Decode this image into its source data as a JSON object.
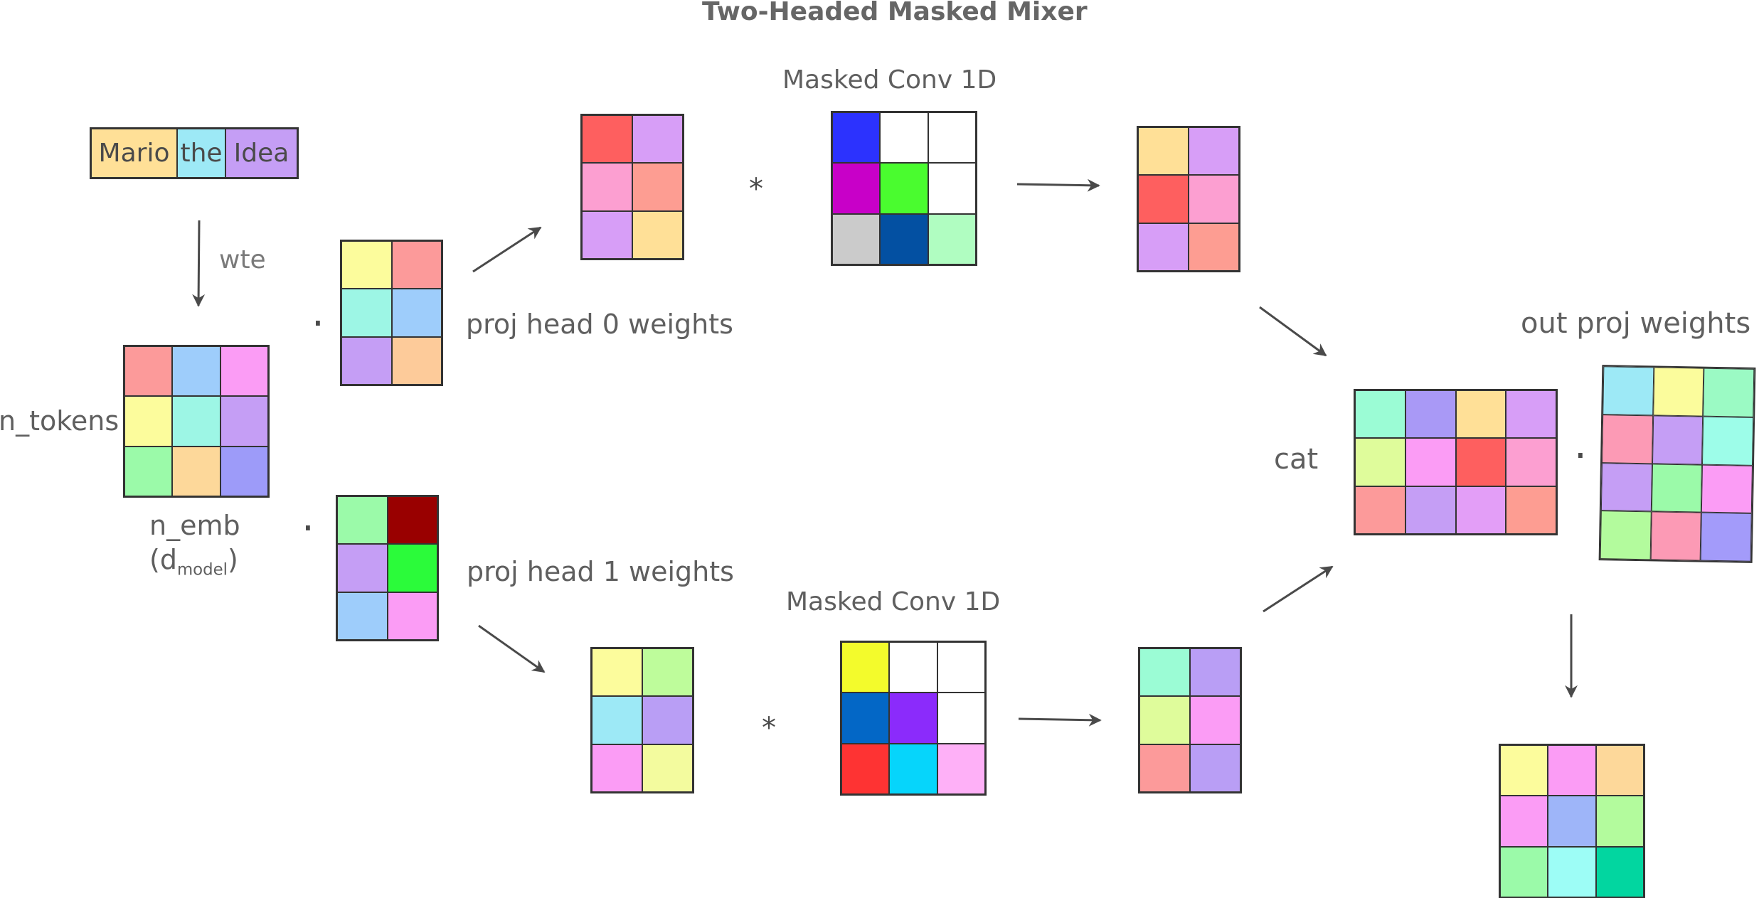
{
  "title": "Two-Headed Masked Mixer",
  "tokens": [
    {
      "text": "Mario",
      "color": "#ffe097"
    },
    {
      "text": "the",
      "color": "#9de9f6"
    },
    {
      "text": "Idea",
      "color": "#c59ef5"
    }
  ],
  "labels": {
    "wte": "wte",
    "n_tokens": "n_tokens",
    "n_emb": "n_emb",
    "d_model_open": "(d",
    "d_model_sub": "model",
    "d_model_close": ")",
    "proj_head_0": "proj head 0 weights",
    "proj_head_1": "proj head 1 weights",
    "masked_conv_top": "Masked Conv 1D",
    "masked_conv_bottom": "Masked Conv 1D",
    "cat": "cat",
    "out_proj": "out proj weights"
  },
  "operators": {
    "dot": ".",
    "conv": "*"
  },
  "matrices": {
    "embedding": [
      [
        "#fc9a9a",
        "#9ecdfb",
        "#fb9cf5"
      ],
      [
        "#fcfc9c",
        "#9df6e5",
        "#c59ef5"
      ],
      [
        "#9bfaa9",
        "#fdd89a",
        "#9d9bf9"
      ]
    ],
    "proj_head_0_weights": [
      [
        "#fcfc9c",
        "#fc9a9a"
      ],
      [
        "#9df6e5",
        "#9ecdfb"
      ],
      [
        "#c59ef5",
        "#fdcb9a"
      ]
    ],
    "proj_head_1_weights": [
      [
        "#9bfaa9",
        "#990000"
      ],
      [
        "#c59ef5",
        "#2bfb3a"
      ],
      [
        "#9ecdfb",
        "#fb9cf5"
      ]
    ],
    "head_0_projection": [
      [
        "#fe5f5f",
        "#d79ef7"
      ],
      [
        "#fc9fd1",
        "#fd9d92"
      ],
      [
        "#d79ef7",
        "#ffe097"
      ]
    ],
    "head_1_projection": [
      [
        "#fcfc9c",
        "#befc9b"
      ],
      [
        "#9de9f6",
        "#b99ef5"
      ],
      [
        "#fb9cf5",
        "#f3fb9e"
      ]
    ],
    "conv_kernel_top": [
      [
        "#2c32fe",
        "#ffffff",
        "#ffffff"
      ],
      [
        "#c800c8",
        "#4afc2f",
        "#ffffff"
      ],
      [
        "#cbcbcb",
        "#0350a2",
        "#b0fdc1"
      ]
    ],
    "conv_kernel_bottom": [
      [
        "#f3fb2c",
        "#ffffff",
        "#ffffff"
      ],
      [
        "#0367c6",
        "#8b2bfb",
        "#ffffff"
      ],
      [
        "#fe3333",
        "#06d5fb",
        "#feb0f7"
      ]
    ],
    "head_0_output": [
      [
        "#ffe097",
        "#d79ef7"
      ],
      [
        "#fe5f5f",
        "#fc9fd1"
      ],
      [
        "#d79ef7",
        "#fd9d92"
      ]
    ],
    "head_1_output": [
      [
        "#9bfcd5",
        "#b99ef5"
      ],
      [
        "#dffc9b",
        "#fb9cf5"
      ],
      [
        "#fc9a9a",
        "#b99ef5"
      ]
    ],
    "concatenated": [
      [
        "#9bfcd5",
        "#a999f6",
        "#ffe097",
        "#d79ef7"
      ],
      [
        "#dffc9b",
        "#fb9cf5",
        "#fe5f5f",
        "#fc9fd1"
      ],
      [
        "#fc9a9a",
        "#c59ef5",
        "#e39ef7",
        "#fd9d92"
      ]
    ],
    "out_proj_weights": [
      [
        "#9de9f6",
        "#fbfc9c",
        "#9bfac4"
      ],
      [
        "#fc9ab5",
        "#c59ef5",
        "#9dfde9"
      ],
      [
        "#c59ef5",
        "#9bfaa9",
        "#fb9cf5"
      ],
      [
        "#b3fb9d",
        "#fc9ab5",
        "#a39bfa"
      ]
    ],
    "output": [
      [
        "#fcfc9c",
        "#fb9cf5",
        "#fdd89a"
      ],
      [
        "#fb9cf5",
        "#9eb5f9",
        "#b3fb9d"
      ],
      [
        "#9bfaa9",
        "#9dfdf6",
        "#02d6a0"
      ]
    ]
  }
}
